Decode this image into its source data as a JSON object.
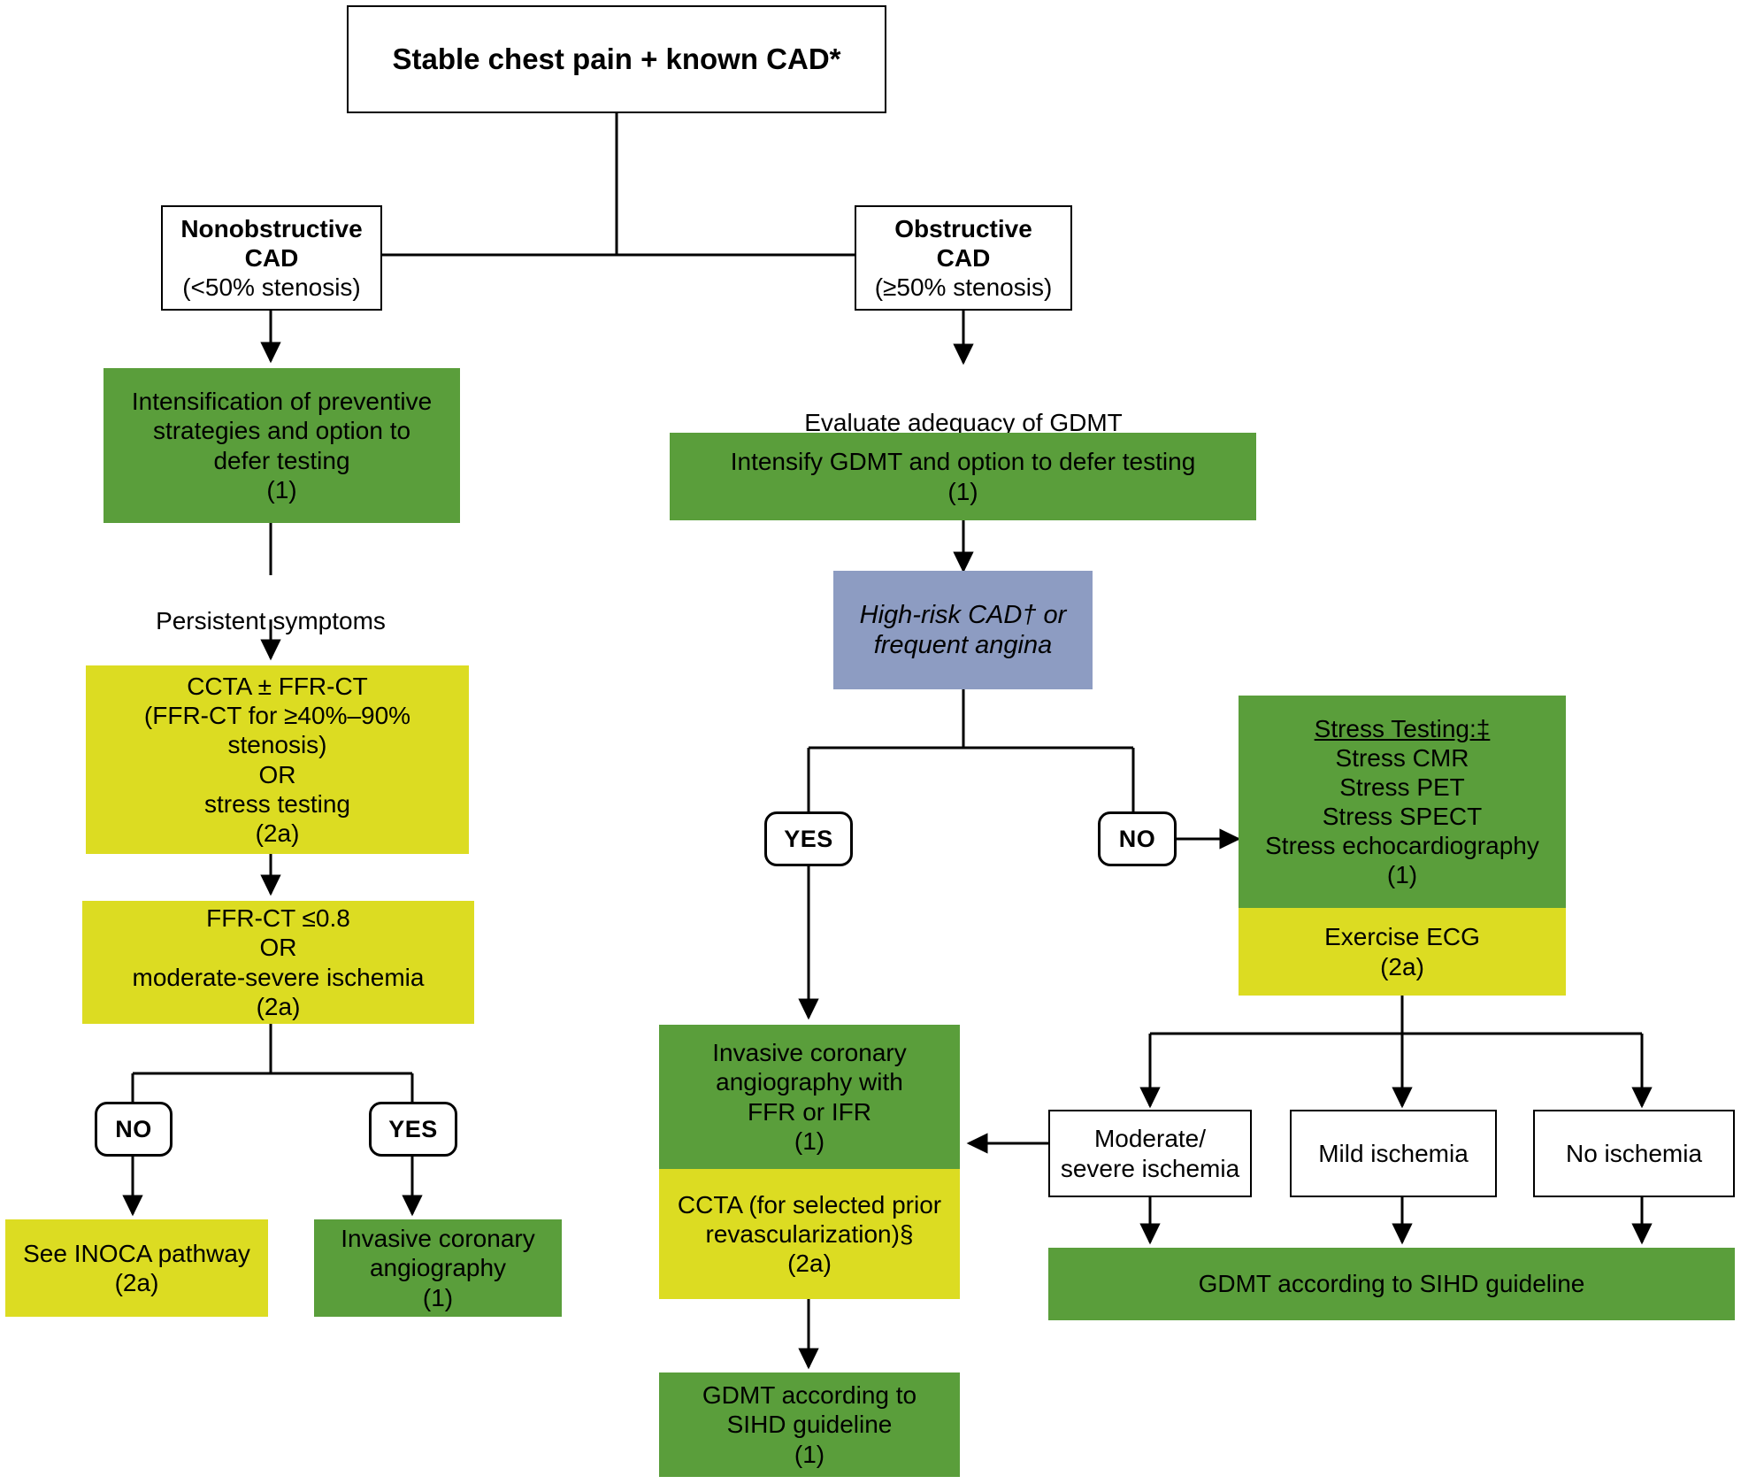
{
  "title": "Stable chest pain + known CAD — diagnostic algorithm",
  "colors": {
    "green": "#5a9e3b",
    "yellow": "#dcdc22",
    "blue": "#8d9cc2",
    "white": "#ffffff",
    "line": "#000000"
  },
  "nodes": {
    "root": {
      "label": "Stable chest pain + known CAD*",
      "style": "white"
    },
    "nonobstructive_cad": {
      "label": "Nonobstructive\nCAD",
      "sub": "(<50% stenosis)",
      "style": "white"
    },
    "obstructive_cad": {
      "label": "Obstructive\nCAD",
      "sub": "(≥50% stenosis)",
      "style": "white"
    },
    "intensify_preventive": {
      "label": "Intensification of preventive\nstrategies and option to\ndefer testing\n(1)",
      "style": "green"
    },
    "persistent_symptoms": {
      "label": "Persistent symptoms",
      "style": "text"
    },
    "ccta_ffrct": {
      "label": "CCTA ± FFR-CT\n(FFR-CT for ≥40%–90%\nstenosis)\nOR\nstress testing\n(2a)",
      "style": "yellow"
    },
    "ffrct_threshold": {
      "label": "FFR-CT ≤0.8\nOR\nmoderate-severe ischemia\n(2a)",
      "style": "yellow"
    },
    "inoca_pathway": {
      "label": "See INOCA pathway\n(2a)",
      "style": "yellow"
    },
    "invasive_angio_left": {
      "label": "Invasive coronary\nangiography\n(1)",
      "style": "green"
    },
    "evaluate_gdmt": {
      "label": "Evaluate adequacy of GDMT",
      "style": "text"
    },
    "intensify_gdmt": {
      "label": "Intensify GDMT and option to defer testing\n(1)",
      "style": "green"
    },
    "high_risk_cad": {
      "label": "High-risk CAD† or\nfrequent angina",
      "style": "blue"
    },
    "stress_testing": {
      "heading": "Stress Testing:‡",
      "label": "Stress CMR\nStress PET\nStress SPECT\nStress echocardiography\n(1)",
      "style": "green"
    },
    "exercise_ecg": {
      "label": "Exercise ECG\n(2a)",
      "style": "yellow"
    },
    "invasive_angio_ffr": {
      "label": "Invasive coronary\nangiography with\nFFR or IFR\n(1)",
      "style": "green"
    },
    "ccta_prior_revasc": {
      "label": "CCTA (for selected prior\nrevascularization)§\n(2a)",
      "style": "yellow"
    },
    "gdmt_sihd_center": {
      "label": "GDMT according to\nSIHD guideline\n(1)",
      "style": "green"
    },
    "moderate_severe_ischemia": {
      "label": "Moderate/\nsevere ischemia",
      "style": "white"
    },
    "mild_ischemia": {
      "label": "Mild ischemia",
      "style": "white"
    },
    "no_ischemia": {
      "label": "No ischemia",
      "style": "white"
    },
    "gdmt_sihd_right": {
      "label": "GDMT according to SIHD guideline",
      "style": "green"
    }
  },
  "decision_labels": {
    "left_no": "NO",
    "left_yes": "YES",
    "center_yes": "YES",
    "center_no": "NO"
  },
  "footnote_markers": {
    "root_asterisk": "*",
    "high_risk_dagger": "†",
    "stress_testing_double_dagger": "‡",
    "ccta_section": "§"
  }
}
